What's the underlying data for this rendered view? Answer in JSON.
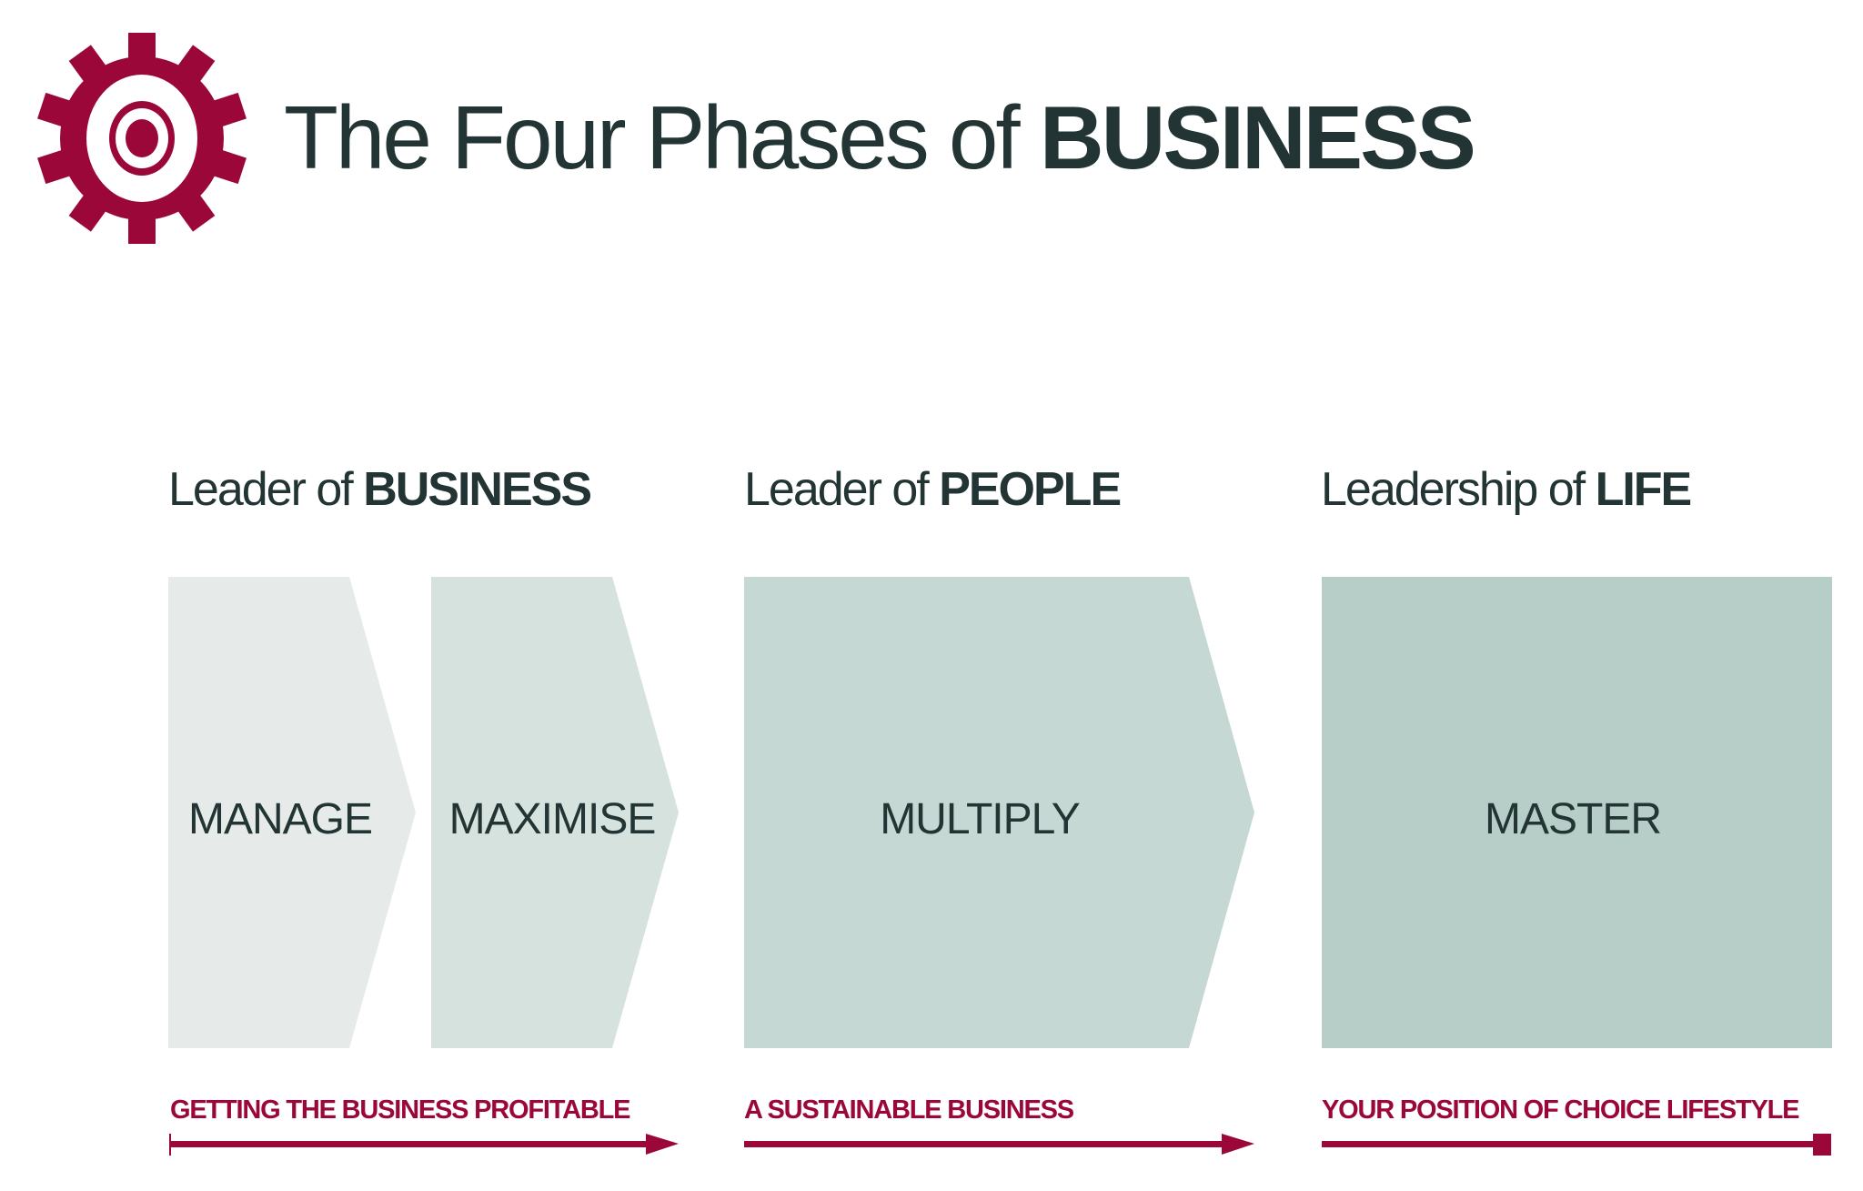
{
  "title": {
    "light": "The Four Phases of ",
    "bold": "BUSINESS"
  },
  "sections": [
    {
      "prefix": "Leader of ",
      "bold": "BUSINESS",
      "caption": "GETTING THE BUSINESS PROFITABLE"
    },
    {
      "prefix": "Leader of ",
      "bold": "PEOPLE",
      "caption": "A SUSTAINABLE BUSINESS"
    },
    {
      "prefix": "Leadership of ",
      "bold": "LIFE",
      "caption": "YOUR POSITION OF CHOICE LIFESTYLE"
    }
  ],
  "phases": [
    "MANAGE",
    "MAXIMISE",
    "MULTIPLY",
    "MASTER"
  ],
  "colors": {
    "accent": "#9b0739",
    "text": "#233434",
    "phase1": "#e6ebe9",
    "phase2": "#d6e2de",
    "phase3": "#c6d8d3",
    "phase4": "#b6cec7"
  },
  "icons": {
    "logo": "gear-target-icon"
  }
}
